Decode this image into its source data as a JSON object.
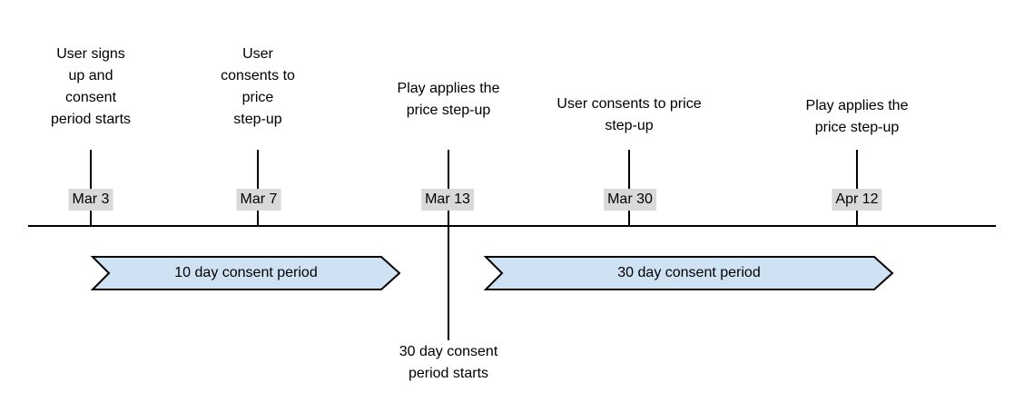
{
  "diagram": {
    "type": "timeline",
    "events": [
      {
        "date": "Mar 3",
        "label": "User signs\nup and\nconsent\nperiod starts"
      },
      {
        "date": "Mar 7",
        "label": "User\nconsents to\nprice\nstep-up"
      },
      {
        "date": "Mar 13",
        "label": "Play applies the\nprice step-up"
      },
      {
        "date": "Mar 30",
        "label": "User consents to price\nstep-up"
      },
      {
        "date": "Apr 12",
        "label": "Play applies the\nprice step-up"
      }
    ],
    "periods": [
      {
        "label": "10 day consent period"
      },
      {
        "label": "30 day consent period"
      }
    ],
    "annotations": [
      {
        "label": "30 day consent\nperiod starts"
      }
    ],
    "colors": {
      "banner_fill": "#cfe2f3",
      "banner_border": "#000000",
      "axis_line": "#000000",
      "date_badge_bg": "#d9d9d9",
      "text": "#000000"
    }
  }
}
